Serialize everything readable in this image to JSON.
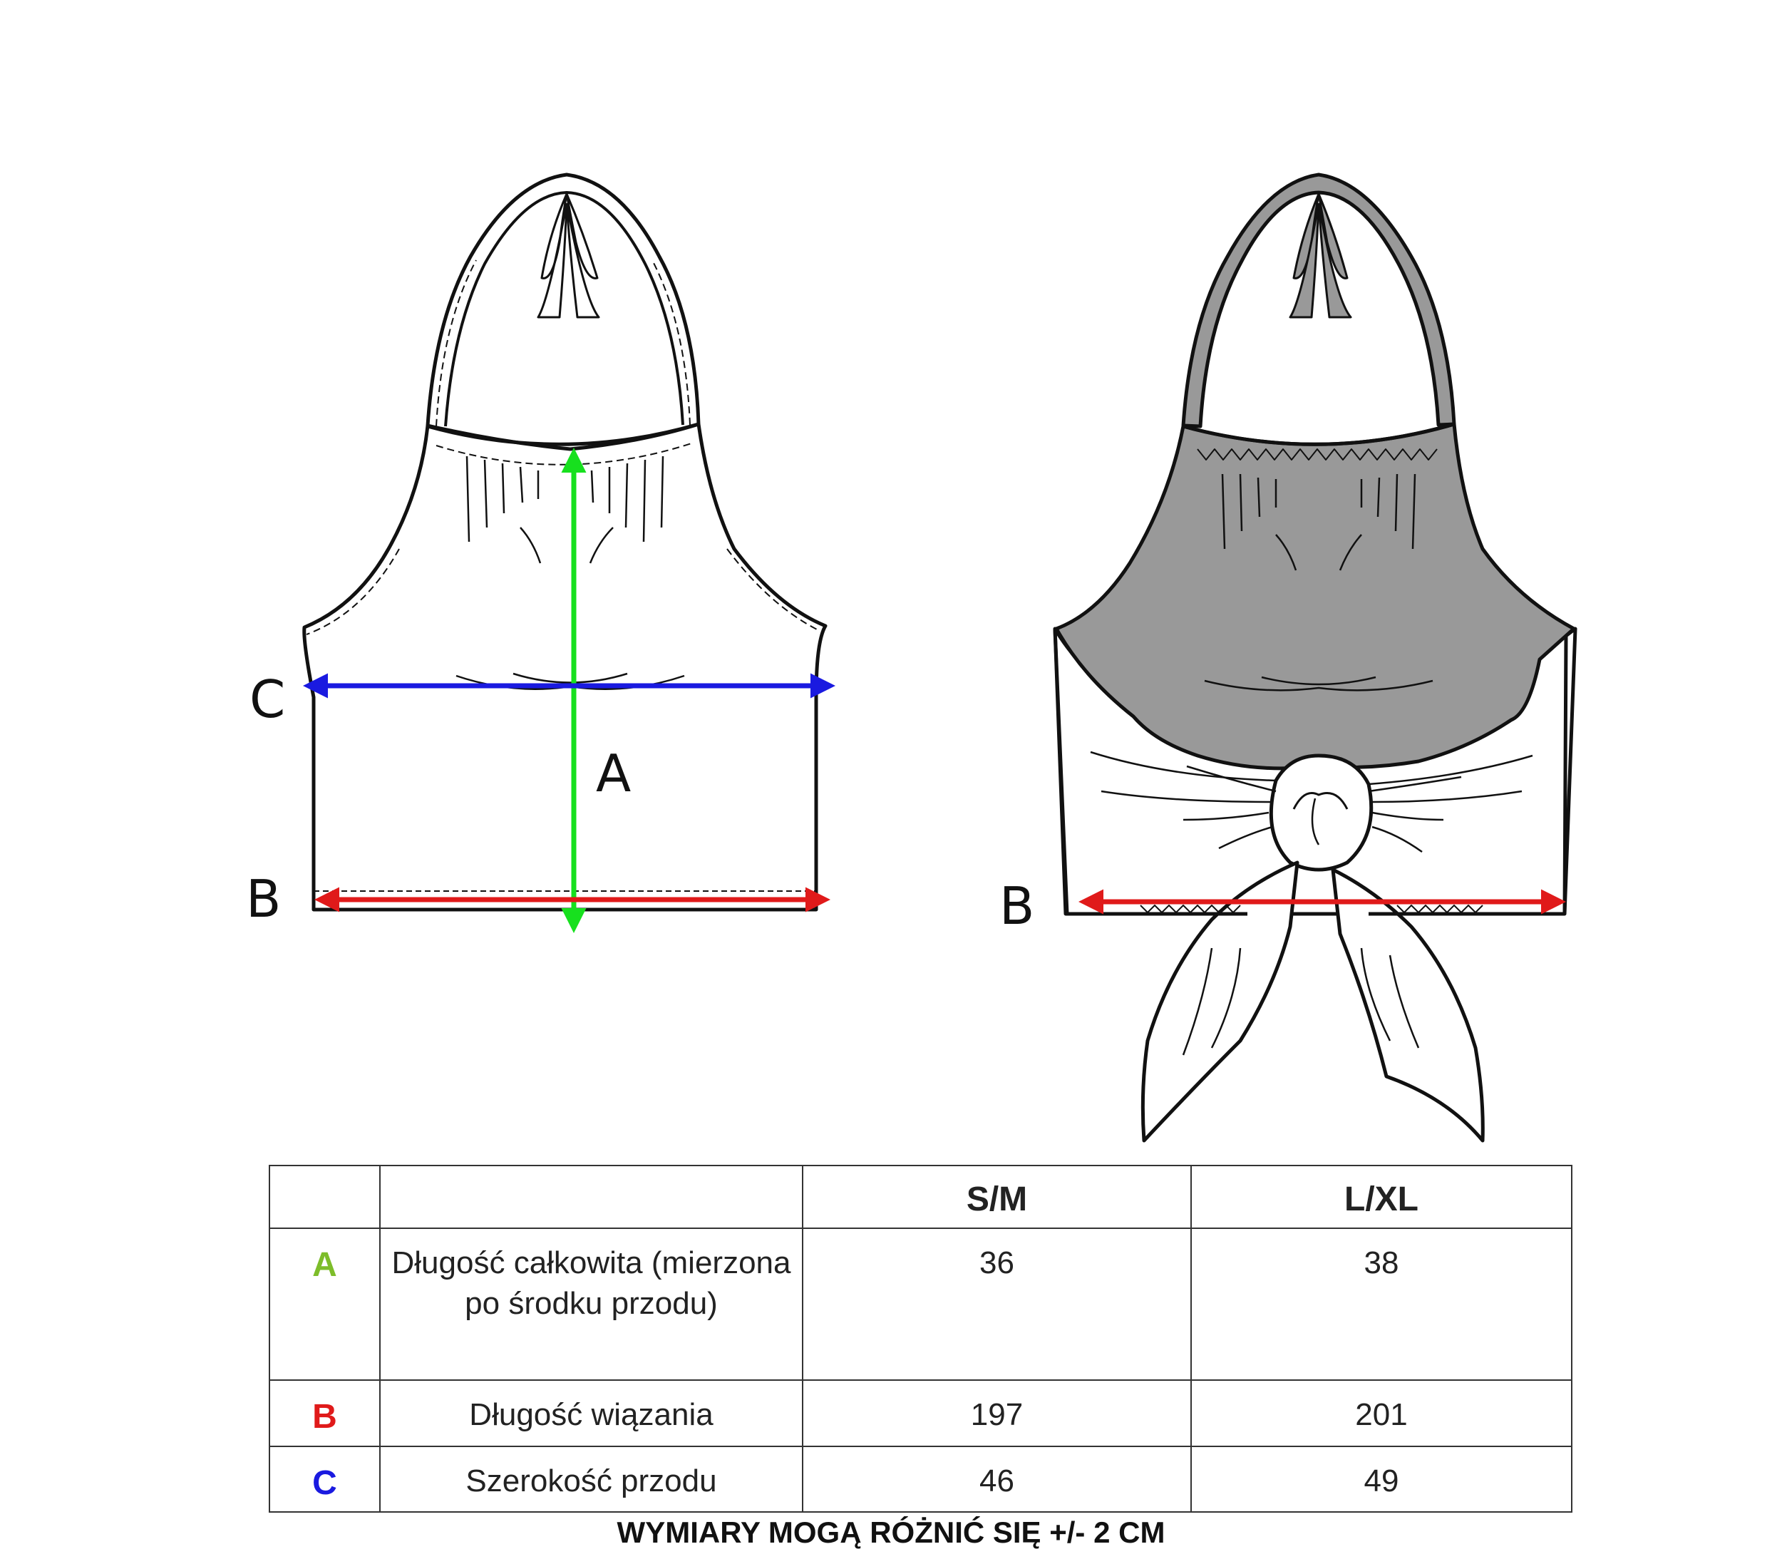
{
  "diagram": {
    "front_labels": {
      "a": "A",
      "b": "B",
      "c": "C"
    },
    "back_labels": {
      "b": "B"
    },
    "colors": {
      "a": "#17e01e",
      "b": "#e01a1a",
      "c": "#1a1ae0",
      "fabric_back": "#999999"
    }
  },
  "table": {
    "headers": [
      "",
      "",
      "S/M",
      "L/XL"
    ],
    "rows": [
      {
        "code": "A",
        "code_color": "#7dbd2a",
        "description": "Długość całkowita (mierzona po środku przodu)",
        "sm": "36",
        "lxl": "38"
      },
      {
        "code": "B",
        "code_color": "#e01a1a",
        "description": "Długość wiązania",
        "sm": "197",
        "lxl": "201"
      },
      {
        "code": "C",
        "code_color": "#1a1ae0",
        "description": "Szerokość przodu",
        "sm": "46",
        "lxl": "49"
      }
    ]
  },
  "footnote": "WYMIARY MOGĄ RÓŻNIĆ SIĘ +/- 2 CM"
}
